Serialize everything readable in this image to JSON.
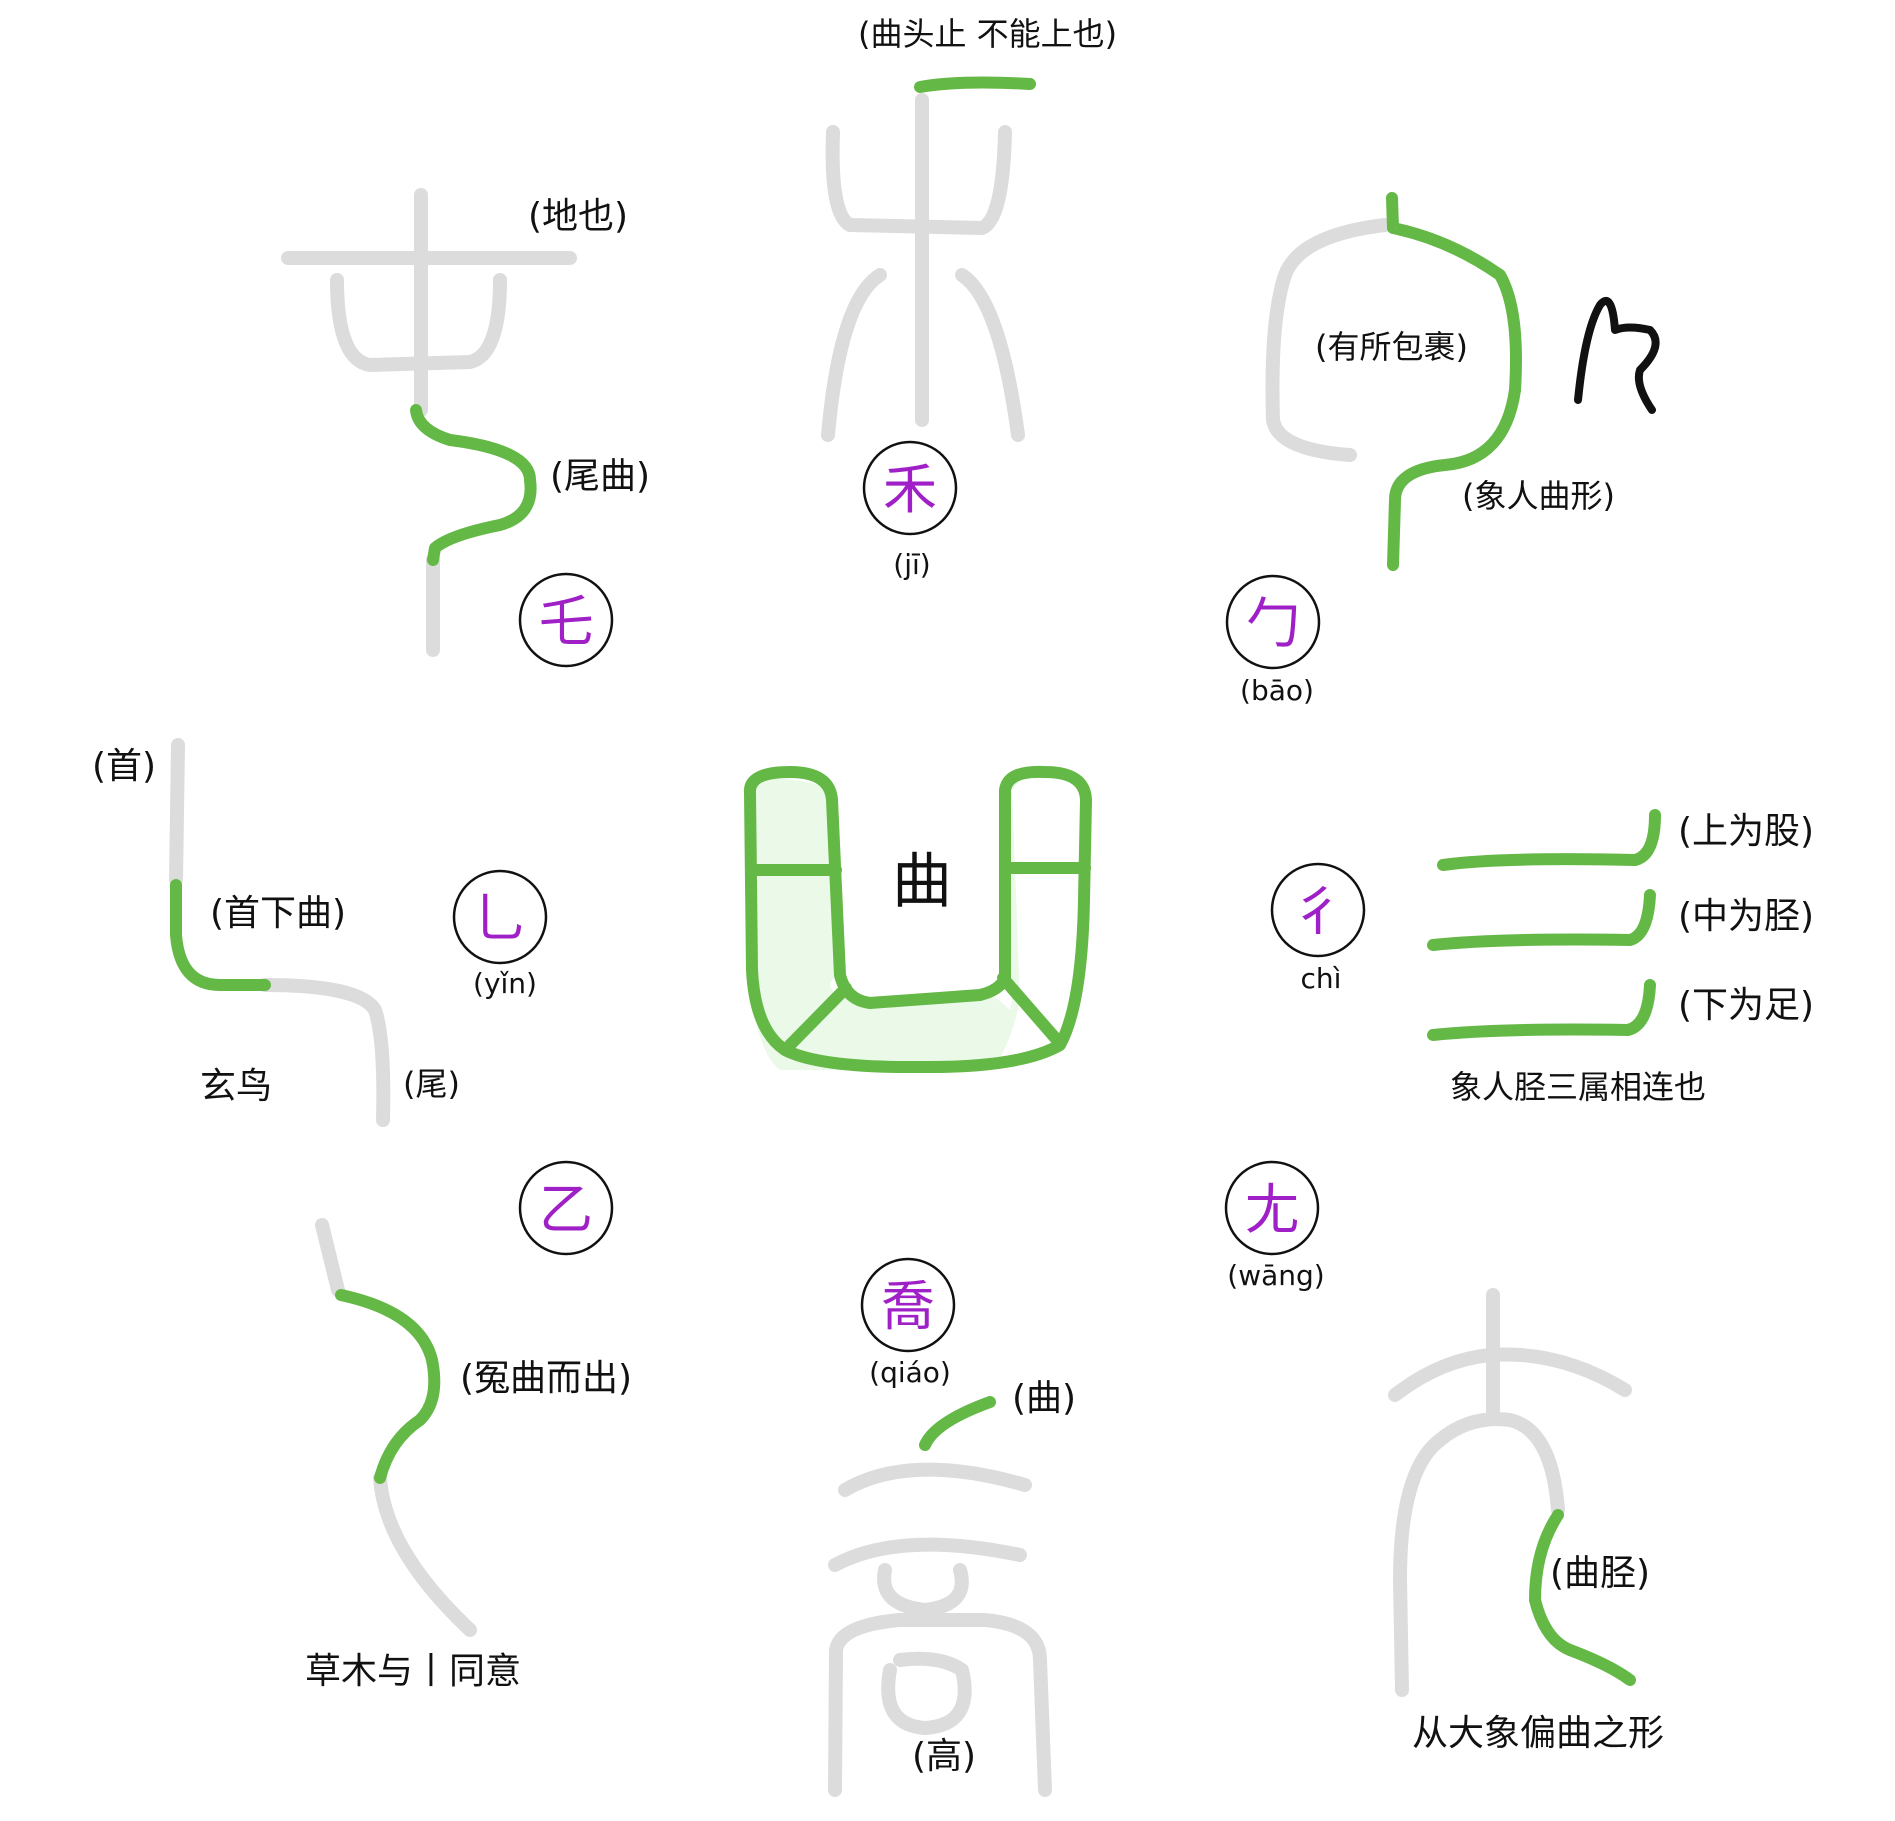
{
  "colors": {
    "accent_green": "#64b846",
    "light_green_fill": "#ebf9e8",
    "radical_purple": "#a020c8",
    "trace_gray": "#dcdcdc"
  },
  "center": {
    "label": "曲"
  },
  "radicals": [
    {
      "id": "zhe",
      "char": "乇",
      "pinyin": ""
    },
    {
      "id": "ji",
      "char": "禾",
      "pinyin": "(jī)"
    },
    {
      "id": "bao",
      "char": "勹",
      "pinyin": "(bāo)"
    },
    {
      "id": "yin",
      "char": "乚",
      "pinyin": "(yǐn)"
    },
    {
      "id": "chi",
      "char": "彳",
      "pinyin": "chì"
    },
    {
      "id": "yi",
      "char": "乙",
      "pinyin": ""
    },
    {
      "id": "wang",
      "char": "尢",
      "pinyin": "(wāng)"
    },
    {
      "id": "qiao",
      "char": "喬",
      "pinyin": "(qiáo)"
    }
  ],
  "annotations": {
    "zhe_top": "(地也)",
    "zhe_tail": "(尾曲)",
    "ji_top": "(曲头止 不能上也)",
    "bao_inside": "(有所包裹)",
    "bao_side": "(象人曲形)",
    "yin_head": "(首)",
    "yin_bend": "(首下曲)",
    "yin_bird": "玄鸟",
    "yin_tail": "(尾)",
    "chi_upper": "(上为股)",
    "chi_middle": "(中为胫)",
    "chi_lower": "(下为足)",
    "chi_note": "象人胫三属相连也",
    "yi_bend": "(冤曲而出)",
    "yi_note": "草木与丨同意",
    "qiao_bend": "(曲)",
    "qiao_base": "(高)",
    "wang_bend": "(曲胫)",
    "wang_note": "从大象偏曲之形"
  }
}
